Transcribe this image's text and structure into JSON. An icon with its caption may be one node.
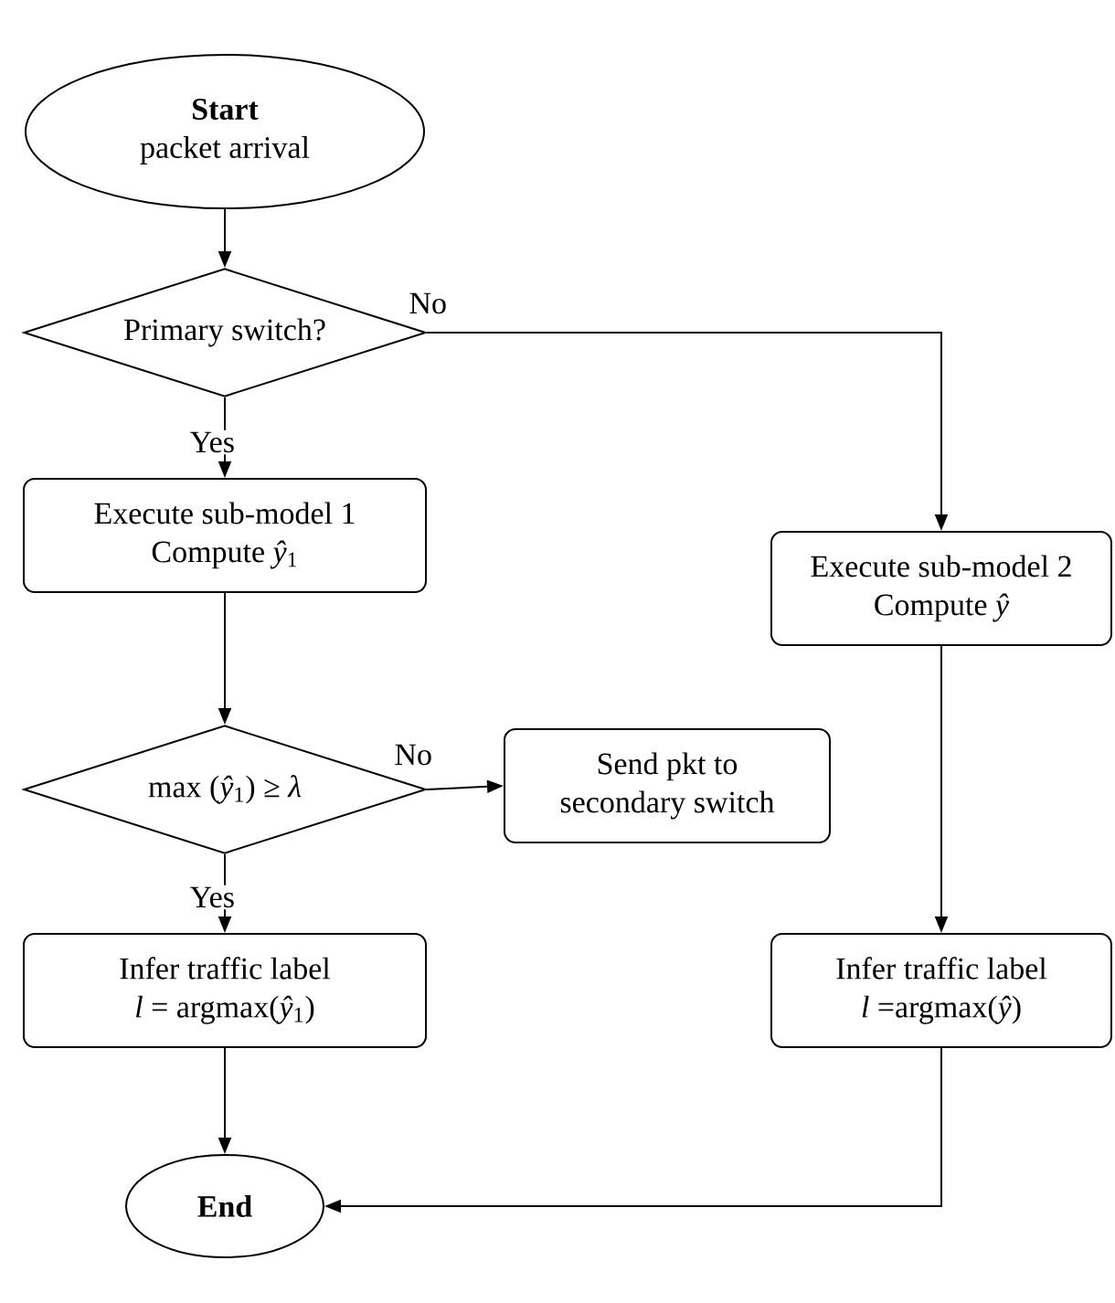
{
  "diagram": {
    "nodes": [
      {
        "text": [
          "Start",
          "packet arrival"
        ]
      },
      {
        "text": [
          "Primary switch?"
        ]
      },
      {
        "text": [
          "Execute sub-model 1",
          "Compute *ŷ*$_{1}$"
        ]
      },
      {
        "text": [
          "Execute sub-model 2",
          "Compute *ŷ*"
        ]
      },
      {
        "text": [
          "max (*ŷ*$_{1}$) ≥ *λ*"
        ]
      },
      {
        "text": [
          "Send pkt to",
          "secondary switch"
        ]
      },
      {
        "text": [
          "Infer traffic label",
          "*l* = argmax(*ŷ*$_{1}$)"
        ]
      },
      {
        "text": [
          "Infer traffic label",
          "*l* =argmax(*ŷ*)"
        ]
      },
      {
        "text": [
          "End"
        ]
      }
    ],
    "edges": [
      {
        "from": 0,
        "to": 1,
        "arrow": "to"
      },
      {
        "from": 1,
        "to": 2,
        "arrow": "to",
        "label": "Yes"
      },
      {
        "from": 1,
        "to": 3,
        "arrow": "to",
        "label": "No"
      },
      {
        "from": 2,
        "to": 4,
        "arrow": "to"
      },
      {
        "from": 4,
        "to": 5,
        "arrow": "to",
        "label": "No"
      },
      {
        "from": 4,
        "to": 6,
        "arrow": "to",
        "label": "Yes"
      },
      {
        "from": 6,
        "to": 8,
        "arrow": "to"
      },
      {
        "from": 3,
        "to": 7,
        "arrow": "to"
      },
      {
        "from": 7,
        "to": 8,
        "arrow": "to"
      }
    ]
  }
}
